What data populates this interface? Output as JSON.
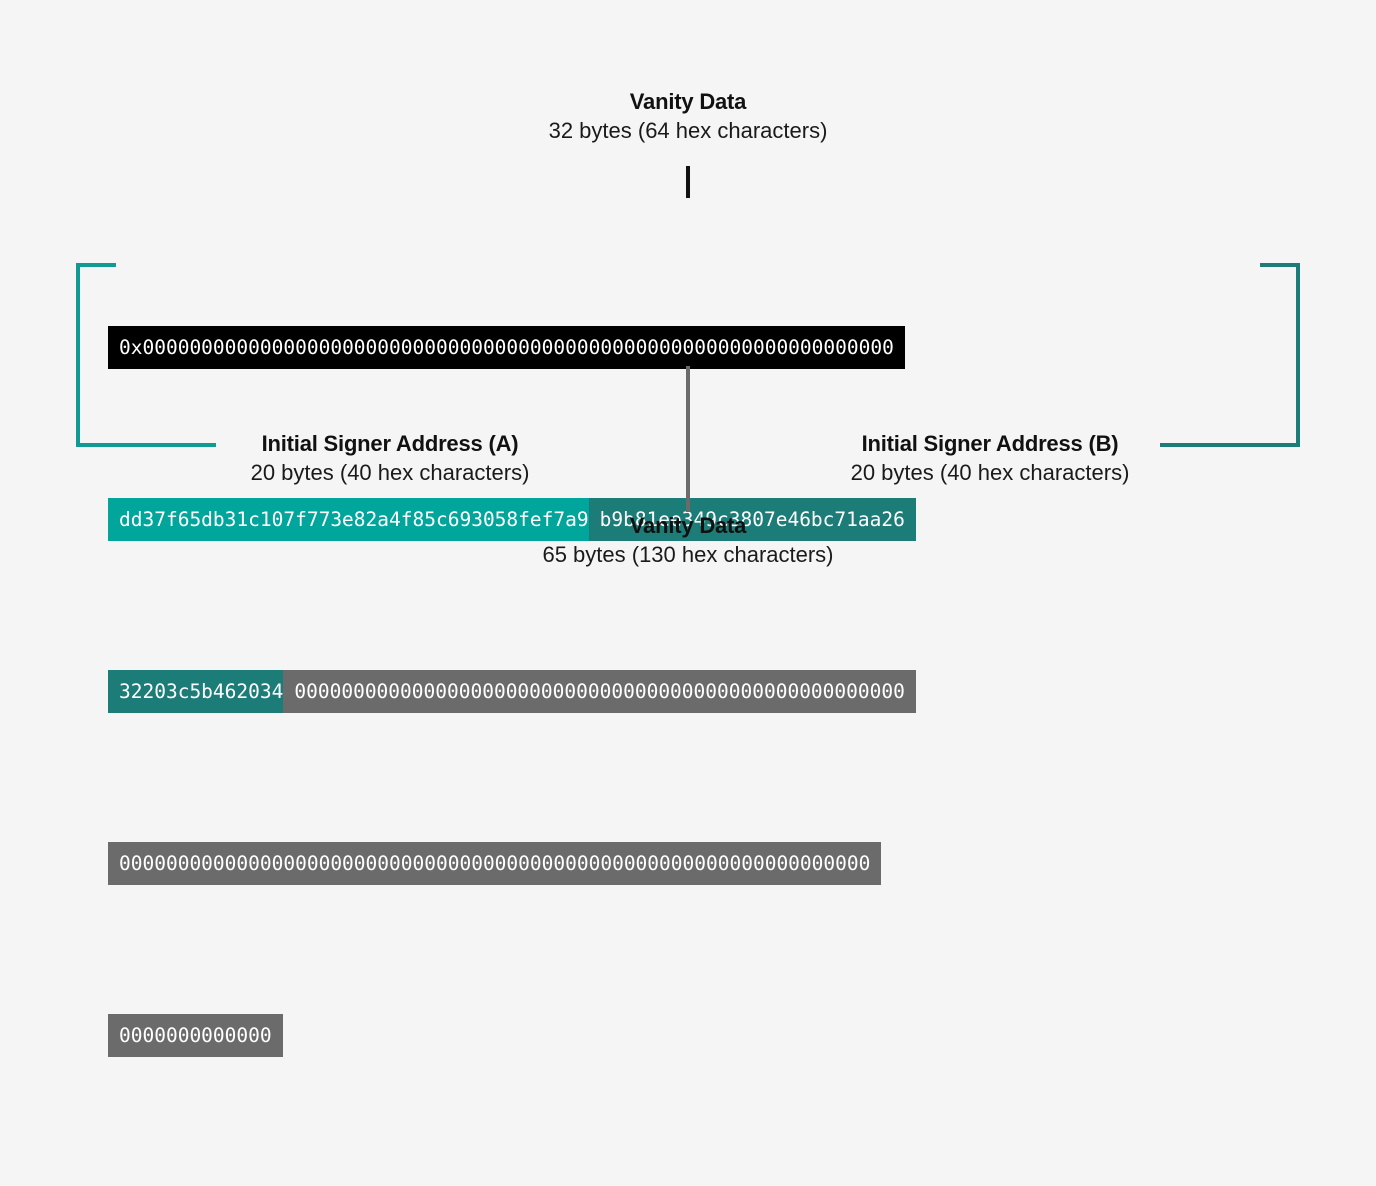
{
  "diagram": {
    "title_top": "Vanity Data",
    "subtitle_top": "32 bytes (64 hex characters)",
    "title_bottom": "Vanity Data",
    "subtitle_bottom": "65 bytes (130 hex characters)",
    "label_a_title": "Initial Signer Address (A)",
    "label_a_subtitle": "20 bytes (40 hex characters)",
    "label_b_title": "Initial Signer Address (B)",
    "label_b_subtitle": "20 bytes (40 hex characters)"
  },
  "colors": {
    "background": "#f5f5f5",
    "vanity_top_block": "#000000",
    "signer_a": "#00a69c",
    "signer_b": "#1c7c78",
    "vanity_bottom_block": "#6b6b6b",
    "bracket_a": "#0f9a94",
    "bracket_b": "#1c7c78",
    "text_on_block": "#ffffff",
    "label_text": "#111111"
  },
  "hex": {
    "prefix": "0x",
    "vanity_top_zeros": "0000000000000000000000000000000000000000000000000000000000000000",
    "signer_a_part1": "dd37f65db31c107f773e82a4f85c693058fef7a9",
    "signer_b_part1": "b9b81ee349c3807e46bc71aa26",
    "signer_b_part2": "32203c5b462034",
    "vanity_bottom_row1": "0000000000000000000000000000000000000000000000000000",
    "vanity_bottom_row2": "0000000000000000000000000000000000000000000000000000000000000000",
    "vanity_bottom_row3": "0000000000000"
  },
  "full_value": "0x0000000000000000000000000000000000000000000000000000000000000000dd37f65db31c107f773e82a4f85c693058fef7a9b9b81ee349c3807e46bc71aa2632203c5b46203400000000000000000000000000000000000000000000000000000000000000000000000000000000000000000000000000000000000000000000000000000000000000000000000"
}
